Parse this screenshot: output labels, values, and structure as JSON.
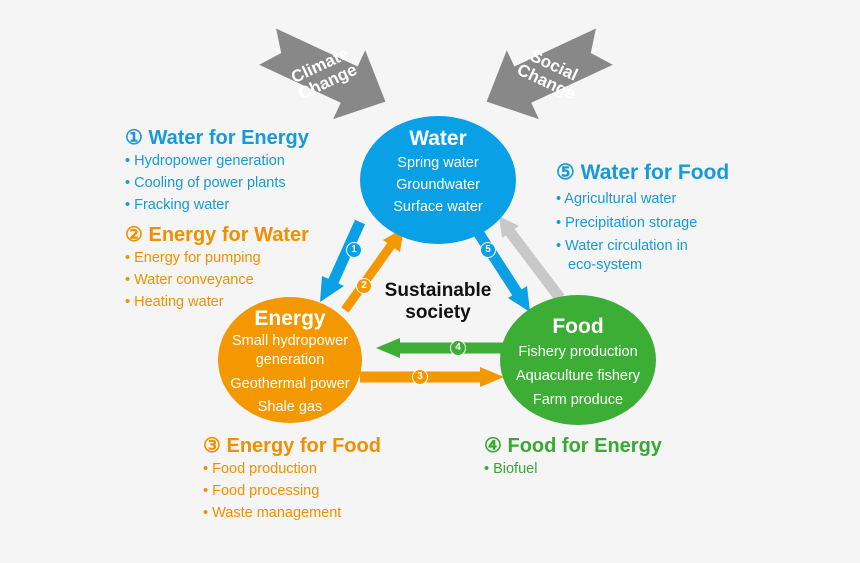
{
  "colors": {
    "water": "#0aa0e6",
    "energy": "#f39800",
    "food": "#3cae35",
    "drivers": "#888888",
    "feedback": "#c8c8c8",
    "background": "#f5f5f5"
  },
  "drivers": [
    {
      "label": "Climate\nChange",
      "line1": "Climate",
      "line2": "Change"
    },
    {
      "line1": "Social",
      "line2": "Change"
    }
  ],
  "nodes": {
    "water": {
      "title": "Water",
      "items": [
        "Spring water",
        "Groundwater",
        "Surface water"
      ]
    },
    "energy": {
      "title": "Energy",
      "items": [
        "Small hydropower",
        "generation",
        "Geothermal power",
        "Shale gas"
      ]
    },
    "food": {
      "title": "Food",
      "items": [
        "Fishery production",
        "Aquaculture fishery",
        "Farm produce"
      ]
    }
  },
  "center": {
    "line1": "Sustainable",
    "line2": "society"
  },
  "links": {
    "n1": "1",
    "n2": "2",
    "n3": "3",
    "n4": "4",
    "n5": "5"
  },
  "sections": {
    "water_for_energy": {
      "title": "① Water for Energy",
      "items": [
        "• Hydropower generation",
        "• Cooling of power plants",
        "• Fracking water"
      ]
    },
    "energy_for_water": {
      "title": "② Energy for Water",
      "items": [
        "• Energy for pumping",
        "• Water conveyance",
        "• Heating water"
      ]
    },
    "water_for_food": {
      "title": "⑤ Water for Food",
      "items": [
        "• Agricultural water",
        "• Precipitation storage",
        "• Water circulation in",
        "eco-system"
      ]
    },
    "energy_for_food": {
      "title": "③ Energy for Food",
      "items": [
        "• Food production",
        "• Food processing",
        "• Waste management"
      ]
    },
    "food_for_energy": {
      "title": "④ Food for Energy",
      "items": [
        "• Biofuel"
      ]
    }
  }
}
